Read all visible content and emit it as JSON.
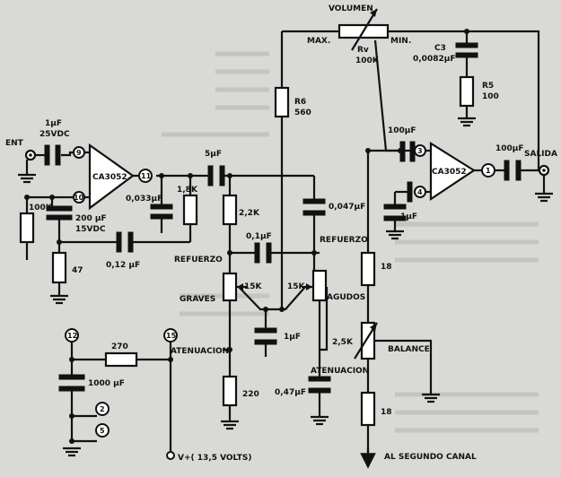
{
  "labels": {
    "volumen": "VOLUMEN",
    "max": "MAX.",
    "min": "MIN.",
    "rv_name": "Rv",
    "rv_value": "100K",
    "c3_name": "C3",
    "c3_value": "0,0082µF",
    "r5_name": "R5",
    "r5_value": "100",
    "r6_name": "R6",
    "r6_value": "560",
    "ent": "ENT",
    "c_in": "1µF",
    "c_in_v": "25VDC",
    "pin9": "9",
    "pin10": "10",
    "pin11": "11",
    "ic1": "CA3052",
    "r100k": "100K",
    "c200": "200 µF",
    "c200_v": "15VDC",
    "r47": "47",
    "c012": "0,12 µF",
    "c0033": "0,033µF",
    "r18k": "1,8K",
    "c5": "5µF",
    "r22k": "2,2K",
    "c01": "0,1µF",
    "c0047": "0,047µF",
    "refuerzo1": "REFUERZO",
    "refuerzo2": "REFUERZO",
    "graves": "GRAVES",
    "p15k_a": "15K",
    "p15k_b": "15K",
    "agudos": "AGUDOS",
    "c1uf_mid": "1µF",
    "atenuacion1": "ATENUACION",
    "atenuacion2": "ATENUACION",
    "r220": "220",
    "c047": "0,47µF",
    "pin12": "12",
    "pin15": "15",
    "r270": "270",
    "c1000": "1000 µF",
    "pin2": "2",
    "pin5": "5",
    "vplus": "V+( 13,5 VOLTS)",
    "c100_a": "100µF",
    "c100_b": "100µF",
    "pin3": "3",
    "pin4": "4",
    "pin1": "1",
    "ic2": "CA3052",
    "c1uf_r": "1µF",
    "salida": "SALIDA",
    "r18_a": "18",
    "r18_b": "18",
    "p25k": "2,5K",
    "balance": "BALANCE",
    "segundo": "AL SEGUNDO  CANAL"
  }
}
